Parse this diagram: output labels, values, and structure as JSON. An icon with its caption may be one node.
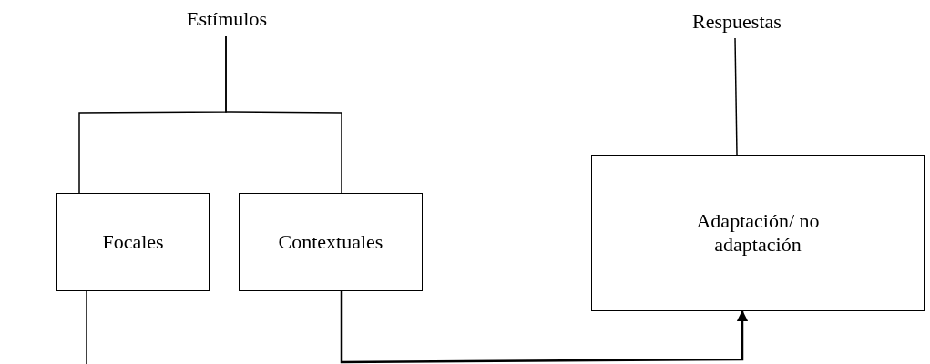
{
  "diagram": {
    "nodes": [
      {
        "text": [
          "Estímulos"
        ]
      },
      {
        "text": [
          "Focales"
        ]
      },
      {
        "text": [
          "Contextuales"
        ]
      },
      {
        "text": [
          "Respuestas"
        ]
      },
      {
        "text": [
          "Adaptación/ no adaptación"
        ]
      }
    ],
    "edges": [
      {
        "from": 0,
        "to": 1,
        "arrow": "none"
      },
      {
        "from": 0,
        "to": 2,
        "arrow": "none"
      },
      {
        "from": 3,
        "to": 4,
        "arrow": "none"
      },
      {
        "from": 1,
        "to": null,
        "arrow": "none"
      },
      {
        "from": 2,
        "to": 4,
        "arrow": "to"
      }
    ]
  }
}
